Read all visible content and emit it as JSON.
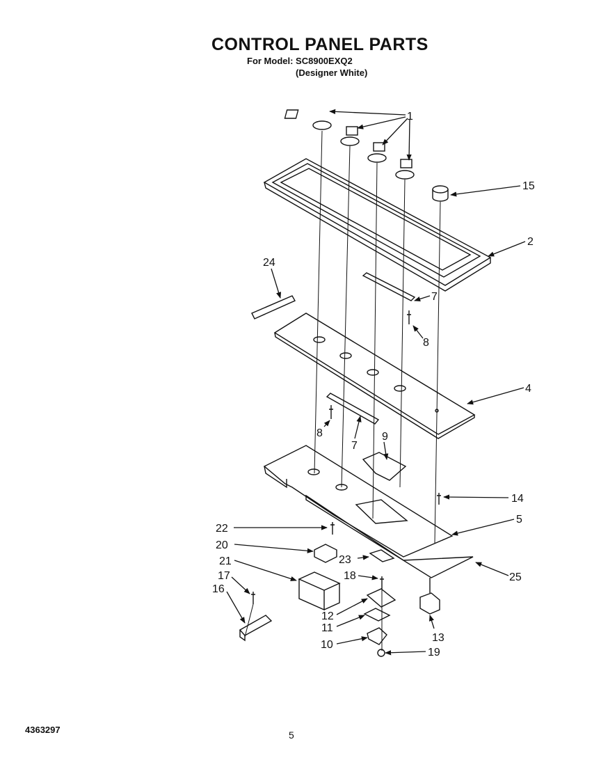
{
  "header": {
    "title": "CONTROL PANEL PARTS",
    "model_line": "For Model: SC8900EXQ2",
    "color_line": "(Designer White)"
  },
  "footer": {
    "document_number": "4363297",
    "page_number": "5"
  },
  "callouts": [
    "1",
    "15",
    "2",
    "24",
    "7",
    "8",
    "4",
    "8",
    "7",
    "9",
    "14",
    "5",
    "22",
    "20",
    "23",
    "25",
    "21",
    "18",
    "17",
    "16",
    "12",
    "11",
    "13",
    "10",
    "19"
  ]
}
